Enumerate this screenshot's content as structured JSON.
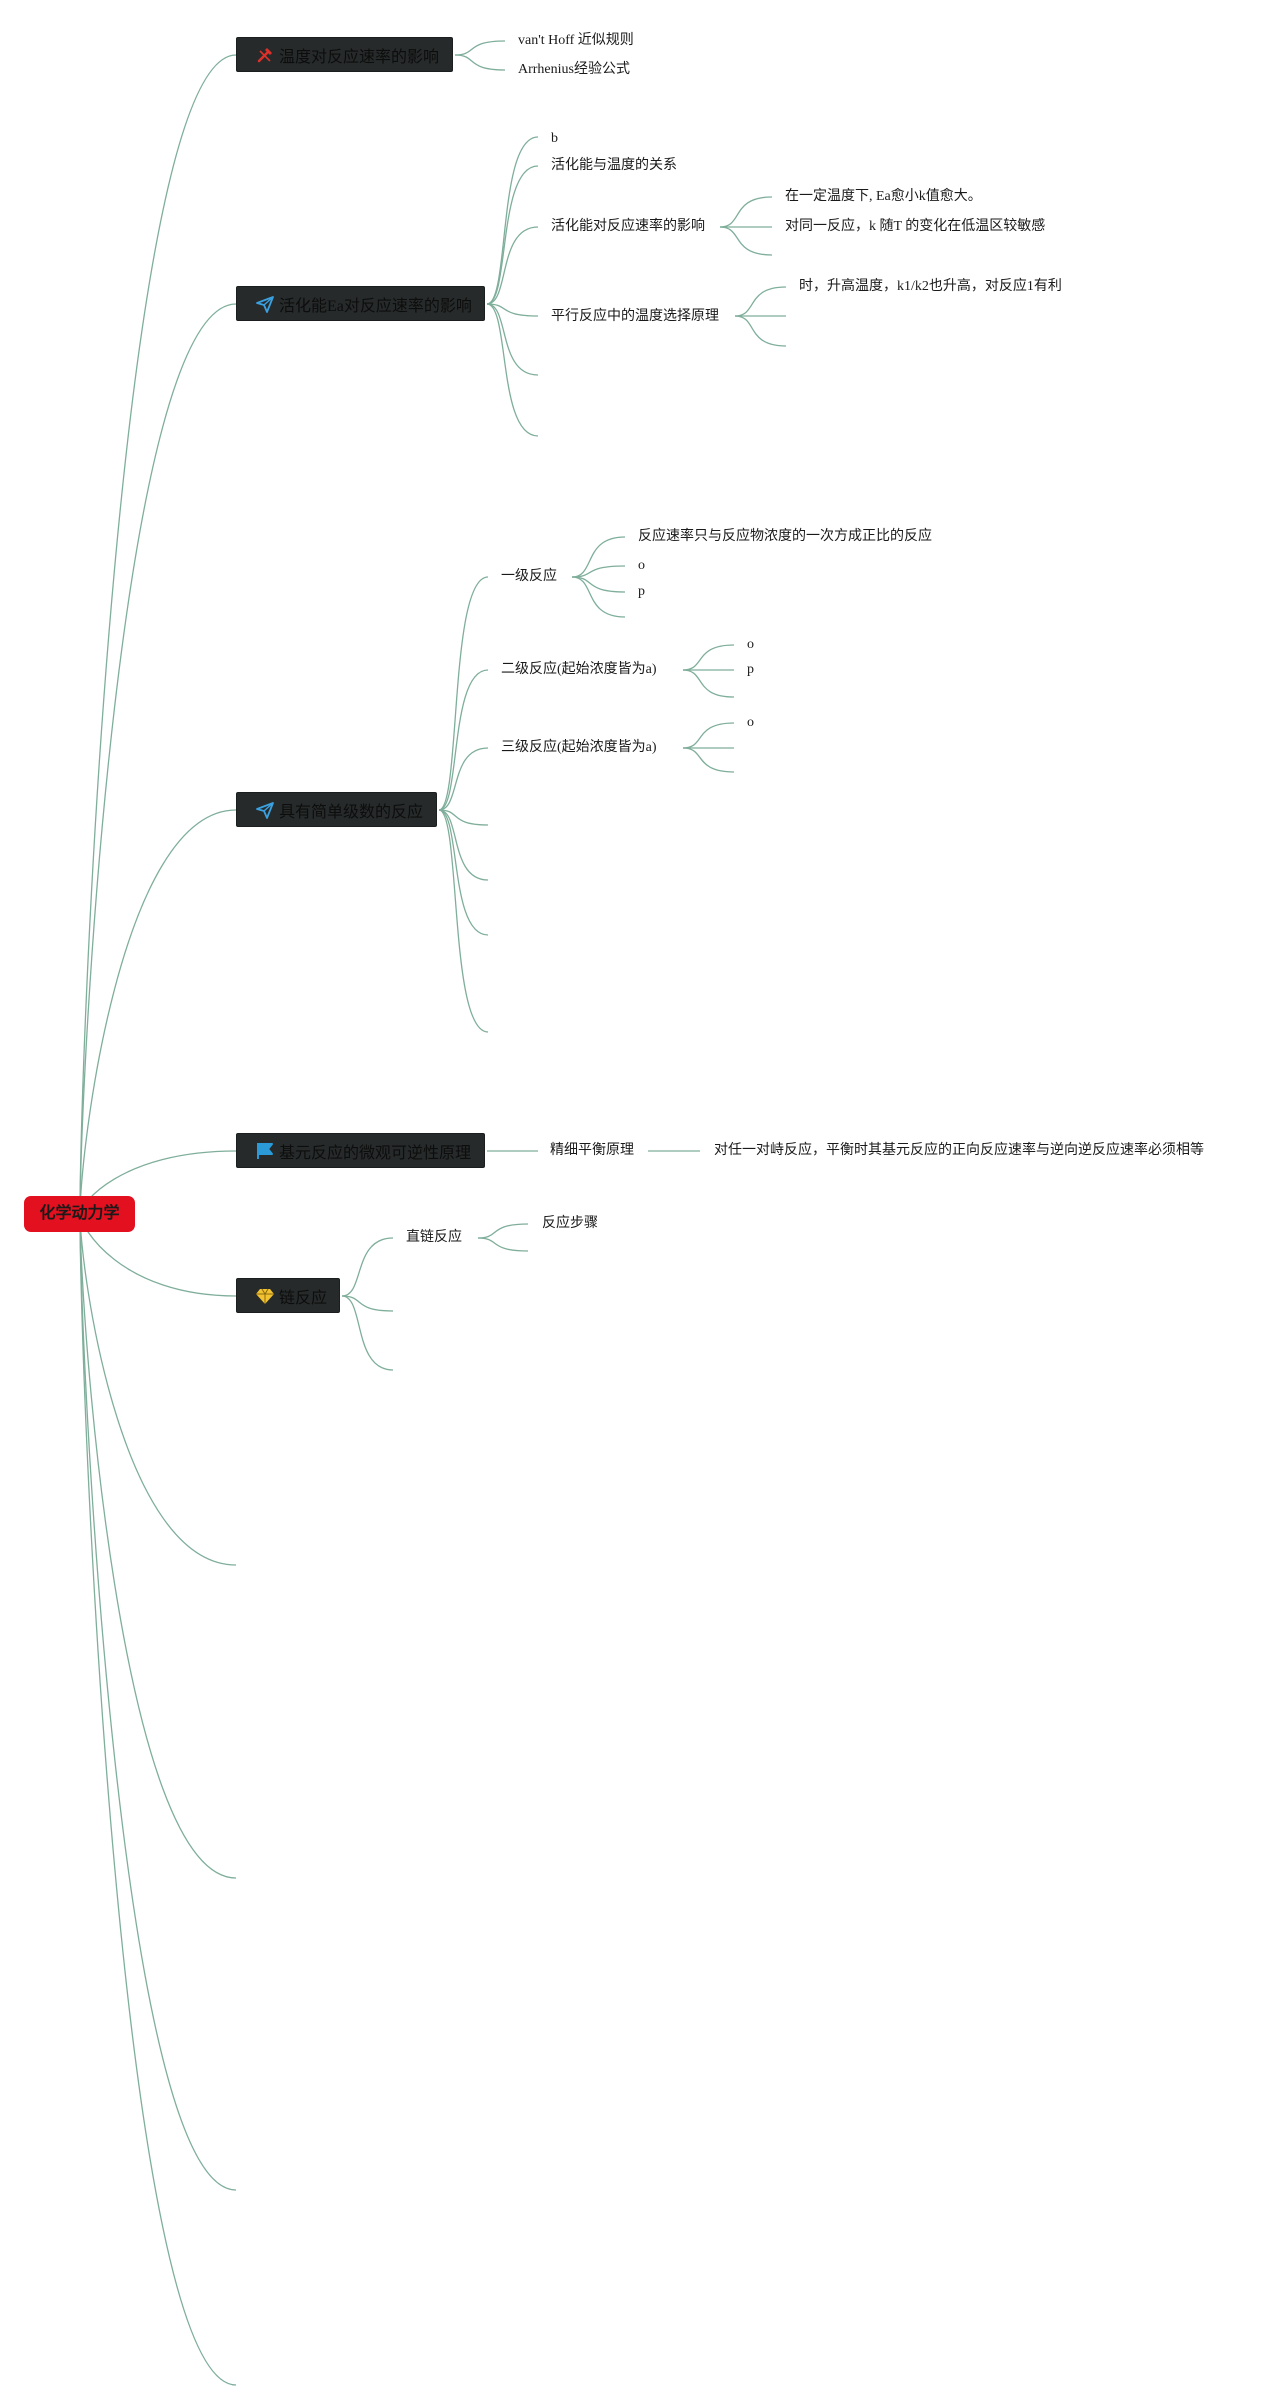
{
  "root": {
    "label": "化学动力学"
  },
  "colors": {
    "root_bg": "#e3101f",
    "topic_bg": "#262a2a",
    "link": "#7fae9b"
  },
  "topics": [
    {
      "label": "温度对反应速率的影响",
      "icon": "tools-icon",
      "children": [
        "van't Hoff 近似规则",
        "Arrhenius经验公式"
      ]
    },
    {
      "label": "活化能Ea对反应速率的影响",
      "icon": "paper-plane-icon",
      "children": [
        "b",
        "活化能与温度的关系",
        "活化能对反应速率的影响",
        "平行反应中的温度选择原理"
      ],
      "activation_effect_children": [
        "在一定温度下, Ea愈小k值愈大。",
        "对同一反应，k 随T 的变化在低温区较敏感"
      ],
      "parallel_children": [
        "时，升高温度，k1/k2也升高，对反应1有利"
      ]
    },
    {
      "label": "具有简单级数的反应",
      "icon": "paper-plane-icon",
      "children": [
        "一级反应",
        "二级反应(起始浓度皆为a)",
        "三级反应(起始浓度皆为a)"
      ],
      "first_order_children": [
        "反应速率只与反应物浓度的一次方成正比的反应",
        "o",
        "p"
      ],
      "second_order_children": [
        "o",
        "p"
      ],
      "third_order_children": [
        "o"
      ]
    },
    {
      "label": "基元反应的微观可逆性原理",
      "icon": "flag-icon",
      "children": [
        "精细平衡原理"
      ],
      "detailed_balance_children": [
        "对任一对峙反应，平衡时其基元反应的正向反应速率与逆向逆反应速率必须相等"
      ]
    },
    {
      "label": "链反应",
      "icon": "gem-icon",
      "children": [
        "直链反应"
      ],
      "straight_chain_children": [
        "反应步骤"
      ]
    }
  ]
}
